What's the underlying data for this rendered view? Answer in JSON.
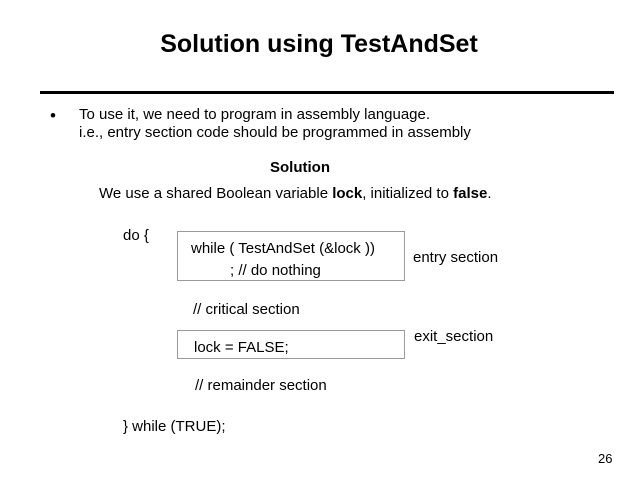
{
  "slide": {
    "title": "Solution using TestAndSet",
    "bullet": {
      "marker": "•",
      "line1": "To use it, we need to program in assembly language.",
      "line2": "i.e., entry section code should be programmed in assembly"
    },
    "solution_heading": "Solution",
    "description": {
      "before_lock": "We use a shared Boolean variable ",
      "lock": "lock",
      "middle": ", initialized to ",
      "false": "false",
      "end": "."
    },
    "code": {
      "do_open": "do {",
      "entry_line1": "while ( TestAndSet (&lock ))",
      "entry_line2": ";   // do nothing",
      "entry_label": "entry section",
      "critical_line": "//    critical section",
      "exit_line": "lock = FALSE;",
      "exit_label": "exit_section",
      "remainder_line": "//       remainder section",
      "while_close": "} while (TRUE);"
    },
    "page_number": "26"
  }
}
